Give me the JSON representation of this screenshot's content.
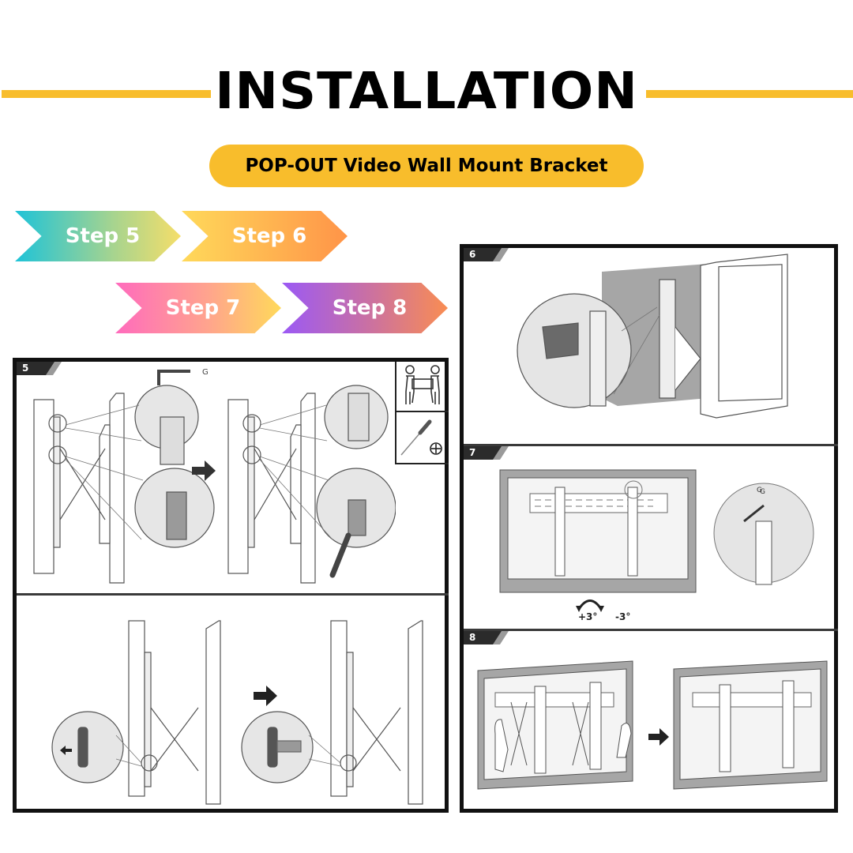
{
  "header": {
    "title": "INSTALLATION",
    "subtitle": "POP-OUT Video Wall Mount Bracket",
    "accent_color": "#f8bd2c"
  },
  "steps_nav": [
    {
      "label": "Step 5",
      "gradient": [
        "#1ec3d8",
        "#f5de6a"
      ]
    },
    {
      "label": "Step 6",
      "gradient": [
        "#ffd95a",
        "#ff9448"
      ]
    },
    {
      "label": "Step 7",
      "gradient": [
        "#ff6bbd",
        "#ffd95a"
      ]
    },
    {
      "label": "Step 8",
      "gradient": [
        "#9b59f5",
        "#f98d52"
      ]
    }
  ],
  "panels": {
    "step5": {
      "number": "5",
      "callout_label": "G",
      "icons": [
        "two-person-lift-icon",
        "phillips-screwdriver-icon"
      ]
    },
    "step6": {
      "number": "6"
    },
    "step7": {
      "number": "7",
      "callout_label": "G",
      "tilt_plus": "+3°",
      "tilt_minus": "-3°"
    },
    "step8": {
      "number": "8"
    }
  }
}
